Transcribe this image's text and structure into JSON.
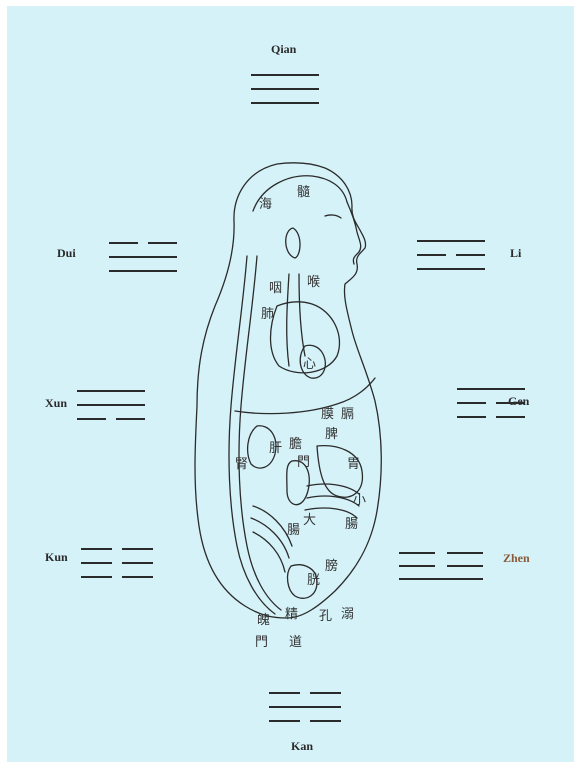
{
  "trigrams": [
    {
      "id": "qian",
      "label": "Qian",
      "label_color": "#2a2a2a",
      "lines": [
        "yang",
        "yang",
        "yang"
      ]
    },
    {
      "id": "dui",
      "label": "Dui",
      "label_color": "#2a2a2a",
      "lines": [
        "yin",
        "yang",
        "yang"
      ]
    },
    {
      "id": "li",
      "label": "Li",
      "label_color": "#2a2a2a",
      "lines": [
        "yang",
        "yin",
        "yang"
      ]
    },
    {
      "id": "xun",
      "label": "Xun",
      "label_color": "#2a2a2a",
      "lines": [
        "yang",
        "yang",
        "yin"
      ]
    },
    {
      "id": "gen",
      "label": "Gen",
      "label_color": "#2a2a2a",
      "lines": [
        "yang",
        "yin",
        "yin"
      ]
    },
    {
      "id": "kun",
      "label": "Kun",
      "label_color": "#2a2a2a",
      "lines": [
        "yin",
        "yin",
        "yin"
      ]
    },
    {
      "id": "zhen",
      "label": "Zhen",
      "label_color": "#8a5a3a",
      "lines": [
        "yin",
        "yin",
        "yang"
      ]
    },
    {
      "id": "kan",
      "label": "Kan",
      "label_color": "#2a2a2a",
      "lines": [
        "yin",
        "yang",
        "yin"
      ]
    }
  ],
  "figure": {
    "labels": {
      "brain_sea": "海",
      "marrow": "髓",
      "throat": "咽",
      "larynx": "喉",
      "lung": "肺",
      "heart": "心",
      "diaphragm": "膈",
      "membrane": "膜",
      "spleen": "脾",
      "liver": "肝",
      "gall": "膽",
      "gate": "門",
      "stomach": "胃",
      "kidney": "腎",
      "small": "小",
      "small_intestine": "腸",
      "large": "大",
      "large_intestine": "腸",
      "bladder": "膀",
      "bladder2": "胱",
      "po": "魄",
      "po_gate": "門",
      "jing": "精",
      "jing_dao": "道",
      "niao": "溺",
      "kong": "孔"
    }
  }
}
